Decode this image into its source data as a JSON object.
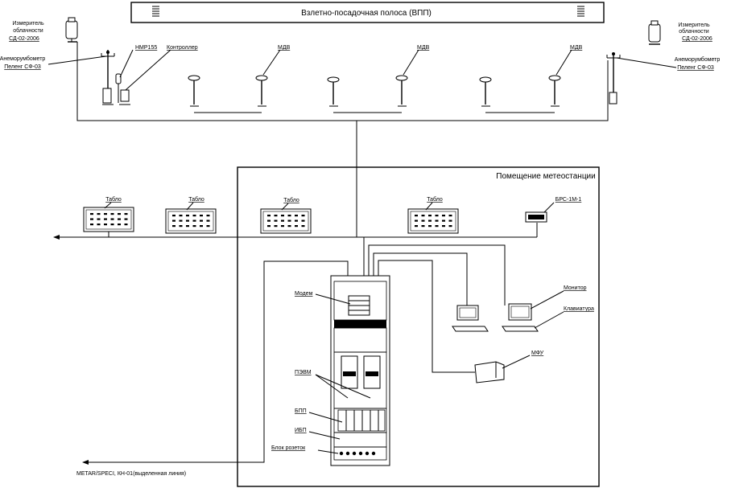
{
  "runway": {
    "title": "Взлетно-посадочная полоса (ВПП)"
  },
  "station_room": {
    "title": "Помещение метеостанции"
  },
  "sensors": {
    "cloud_left_line1": "Измеритель",
    "cloud_left_line2": "облачности",
    "cloud_left_model": "СД-02-2006",
    "cloud_right_line1": "Измеритель",
    "cloud_right_line2": "облачности",
    "cloud_right_model": "СД-02-2006",
    "anemo_left_line1": "Анеморумбометр",
    "anemo_left_line2": "Пеленг СФ-03",
    "anemo_right_line1": "Анеморумбометр",
    "anemo_right_line2": "Пеленг СФ-03",
    "hmp": "HMP155",
    "controller": "Контроллер",
    "mdv_1": "МДВ",
    "mdv_2": "МДВ",
    "mdv_3": "МДВ"
  },
  "displays": {
    "tablo_1": "Табло",
    "tablo_2": "Табло",
    "tablo_3": "Табло",
    "tablo_4": "Табло",
    "brs": "БРС-1М-1"
  },
  "rack": {
    "modem": "Модем",
    "pevm": "ПЭВМ",
    "bpp": "БПП",
    "ibp": "ИБП",
    "sockets": "Блок розеток"
  },
  "peripherals": {
    "monitor": "Монитор",
    "keyboard": "Клавиатура",
    "mfu": "МФУ"
  },
  "output_line": "METAR/SPECI, КН-01(выделенная линия)"
}
